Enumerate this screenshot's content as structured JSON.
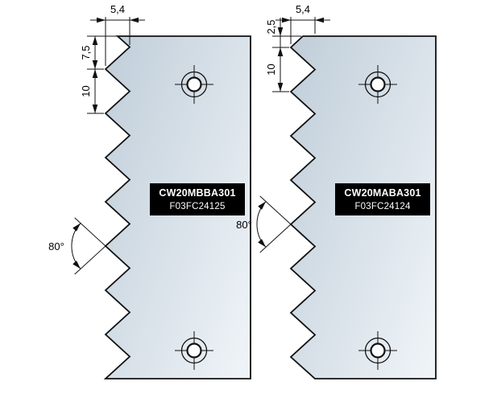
{
  "colors": {
    "background": "#ffffff",
    "plate_dark": "#c2cfda",
    "plate_light": "#eef3f7",
    "outline": "#111111",
    "label_bg": "#000000",
    "label_fg": "#ffffff"
  },
  "left_knife": {
    "part_number": "CW20MBBA301",
    "order_code": "F03FC24125",
    "dims": {
      "tooth_depth": "5,4",
      "top_offset": "7,5",
      "pitch": "10",
      "tooth_angle": "80°"
    }
  },
  "right_knife": {
    "part_number": "CW20MABA301",
    "order_code": "F03FC24124",
    "dims": {
      "tooth_depth": "5,4",
      "top_offset": "2,5",
      "pitch": "10",
      "tooth_angle": "80°"
    }
  }
}
